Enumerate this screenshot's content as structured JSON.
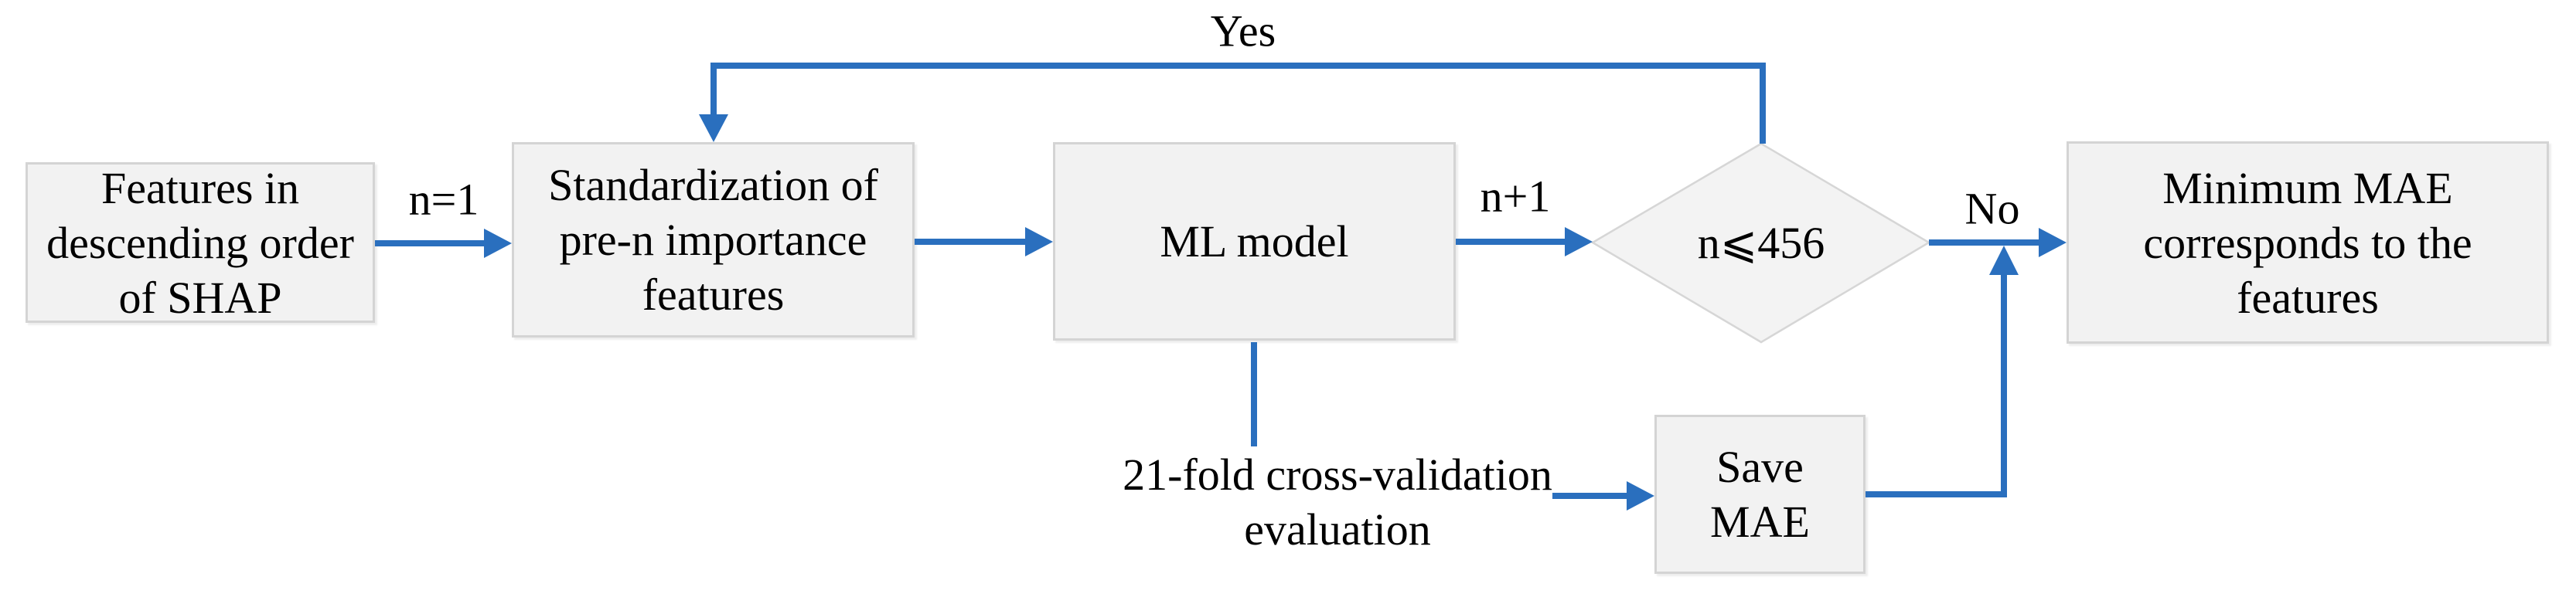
{
  "colors": {
    "arrow_blue": "#2a6fbe",
    "node_fill": "#f2f2f2",
    "node_border": "#d4d4d4",
    "diamond_fill": "#f3f3f3",
    "diamond_border": "#d6d6d6",
    "text_color": "#000000",
    "canvas_bg": "#ffffff"
  },
  "flowchart": {
    "nodes": {
      "features_shap": {
        "lines": [
          "Features in",
          "descending order",
          "of SHAP"
        ]
      },
      "standardization": {
        "lines": [
          "Standardization of",
          "pre-n importance",
          "features"
        ]
      },
      "ml_model": {
        "label": "ML model"
      },
      "decision": {
        "label": "n⩽456"
      },
      "save_mae": {
        "lines": [
          "Save",
          "MAE"
        ]
      },
      "minimum_mae": {
        "lines": [
          "Minimum MAE",
          "corresponds to the",
          "features"
        ]
      }
    },
    "labels": {
      "n_equals_1": "n=1",
      "n_plus_1": "n+1",
      "yes": "Yes",
      "no": "No",
      "cross_validation_lines": [
        "21-fold cross-validation",
        "evaluation"
      ]
    }
  }
}
